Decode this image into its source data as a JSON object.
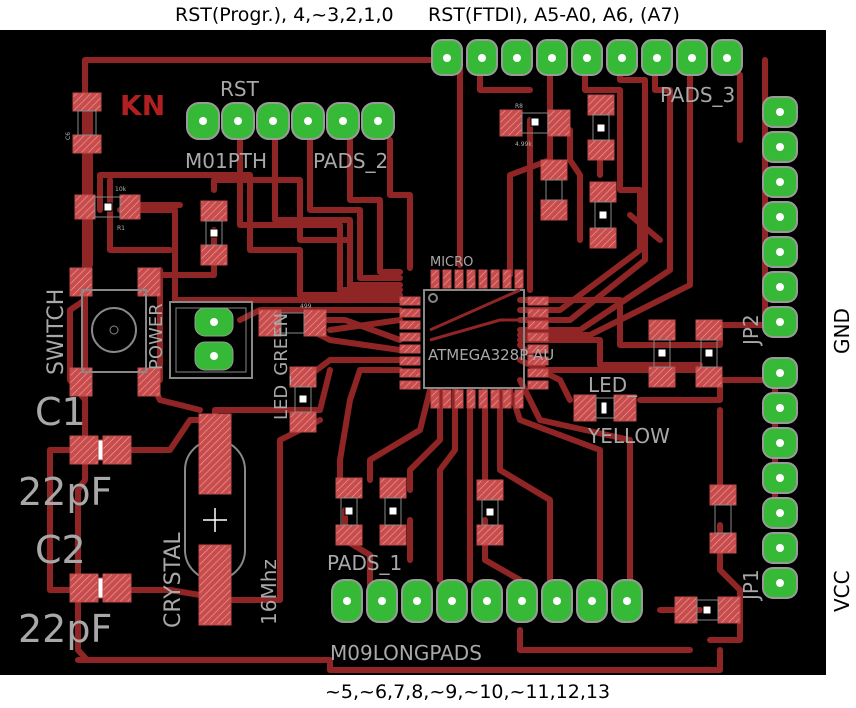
{
  "captions": {
    "top_left": "RST(Progr.), 4,~3,2,1,0",
    "top_right": "RST(FTDI), A5-A0, A6, (A7)",
    "bottom": "~5,~6,7,8,~9,~10,~11,12,13",
    "right_gnd": "GND",
    "right_vcc": "VCC"
  },
  "labels": {
    "logo": "KN",
    "rst": "RST",
    "m01pth": "M01PTH",
    "pads2": "PADS_2",
    "pads3": "PADS_3",
    "pads1": "PADS_1",
    "micro": "MICRO",
    "mcu": "ATMEGA328P-AU",
    "jp2": "JP2",
    "jp1": "JP1",
    "led": "LED_",
    "yellow": "YELLOW",
    "switch": "SWITCH",
    "power": "POWER",
    "c1": "C1",
    "c1_val": "22pF",
    "c2": "C2",
    "c2_val": "22pF",
    "crystal": "CRYSTAL",
    "freq": "16Mhz",
    "m09": "M09LONGPADS",
    "led_green": "LED_GREEN",
    "r1_val": "10k",
    "r1": "R1",
    "c6": "C6",
    "r8_val": "4.99k",
    "r8": "R8",
    "r_499": "499"
  },
  "colors": {
    "board": "#000000",
    "trace": "#8f2525",
    "pad": "#36b936",
    "pad_ring": "#9a9a9a",
    "smd": "#c04a4a",
    "label": "#a8a8a8"
  }
}
